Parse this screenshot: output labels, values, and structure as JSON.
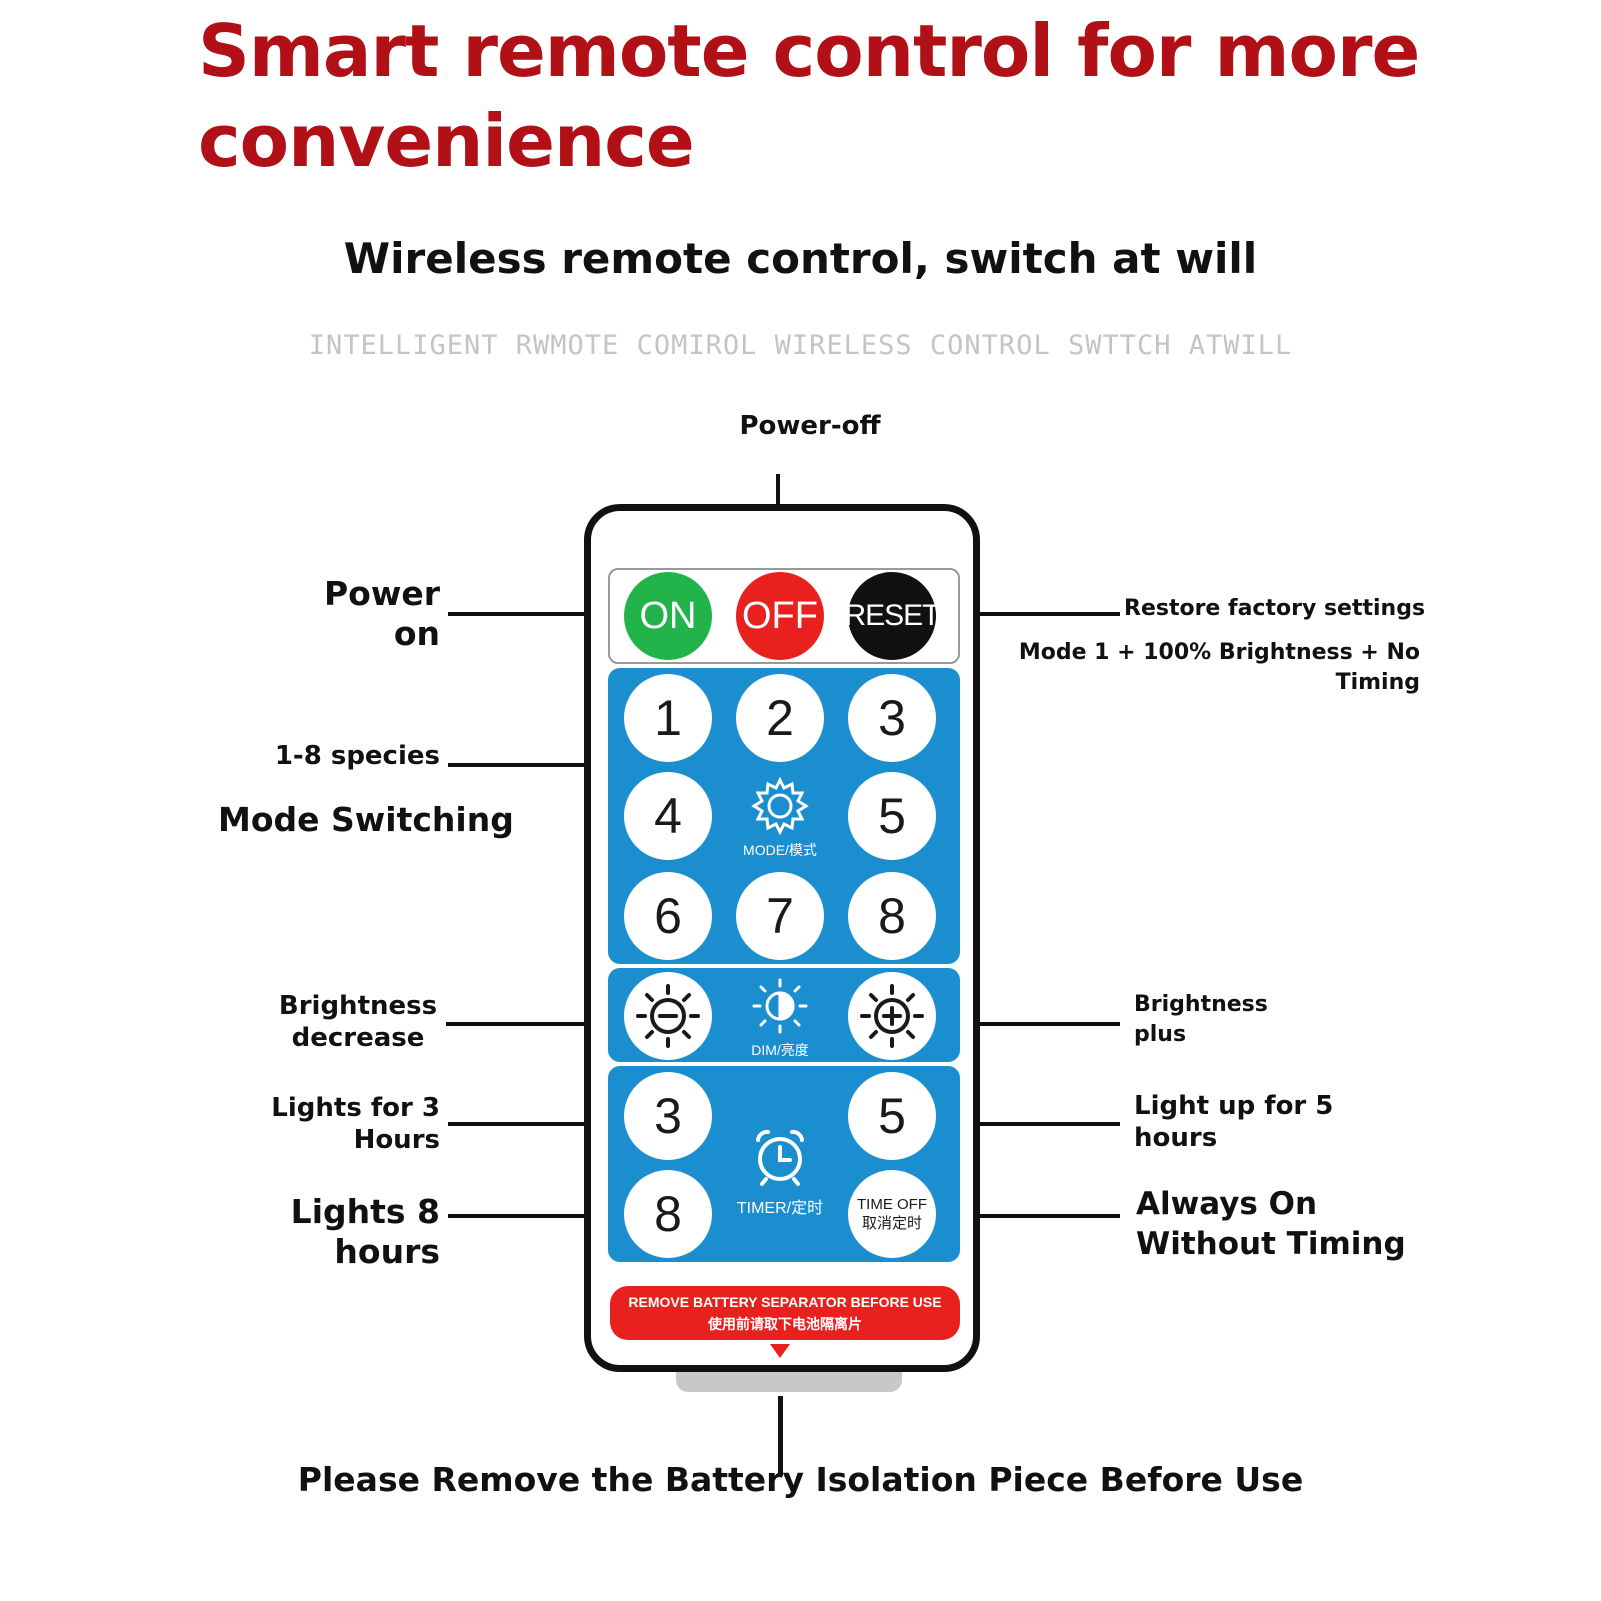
{
  "headline": {
    "line1": "Smart remote control for more",
    "line2": "convenience"
  },
  "subtitle": "Wireless remote control, switch at will",
  "tagline": "INTELLIGENT RWMOTE COMIROL WIRELESS CONTROL SWTTCH ATWILL",
  "labels": {
    "power_off": "Power-off",
    "power_on_line1": "Power",
    "power_on_line2": "on",
    "restore": "Restore factory settings",
    "reset_desc_line1": "Mode 1 + 100% Brightness + No",
    "reset_desc_line2": "Timing",
    "species": "1-8 species",
    "mode_switching": "Mode Switching",
    "brightness_decrease_line1": "Brightness",
    "brightness_decrease_line2": "decrease",
    "brightness_plus_line1": "Brightness",
    "brightness_plus_line2": "plus",
    "lights3_line1": "Lights for 3",
    "lights3_line2": "Hours",
    "light5_line1": "Light up for 5",
    "light5_line2": "hours",
    "lights8": "Lights 8 hours",
    "always_on_line1": "Always On",
    "always_on_line2": "Without Timing",
    "battery_note": "Please Remove the Battery Isolation Piece Before Use"
  },
  "remote": {
    "on": "ON",
    "off": "OFF",
    "reset": "RESET",
    "modes": [
      "1",
      "2",
      "3",
      "4",
      "5",
      "6",
      "7",
      "8"
    ],
    "mode_caption": "MODE/模式",
    "dim_caption": "DIM/亮度",
    "timer_caption": "TIMER/定时",
    "timer_3": "3",
    "timer_5": "5",
    "timer_8": "8",
    "time_off_line1": "TIME OFF",
    "time_off_line2": "取消定时",
    "warning_line1": "REMOVE BATTERY SEPARATOR BEFORE USE",
    "warning_line2": "使用前请取下电池隔离片"
  },
  "colors": {
    "headline": "#b01016",
    "panel_blue": "#1b8ed0",
    "on_green": "#22b34a",
    "off_red": "#e8201e",
    "reset_black": "#111111"
  },
  "icons": {
    "mode": "gear-icon",
    "dim_minus": "brightness-minus-icon",
    "dim": "brightness-icon",
    "dim_plus": "brightness-plus-icon",
    "timer": "alarm-clock-icon",
    "arrow": "triangle-down-icon"
  }
}
